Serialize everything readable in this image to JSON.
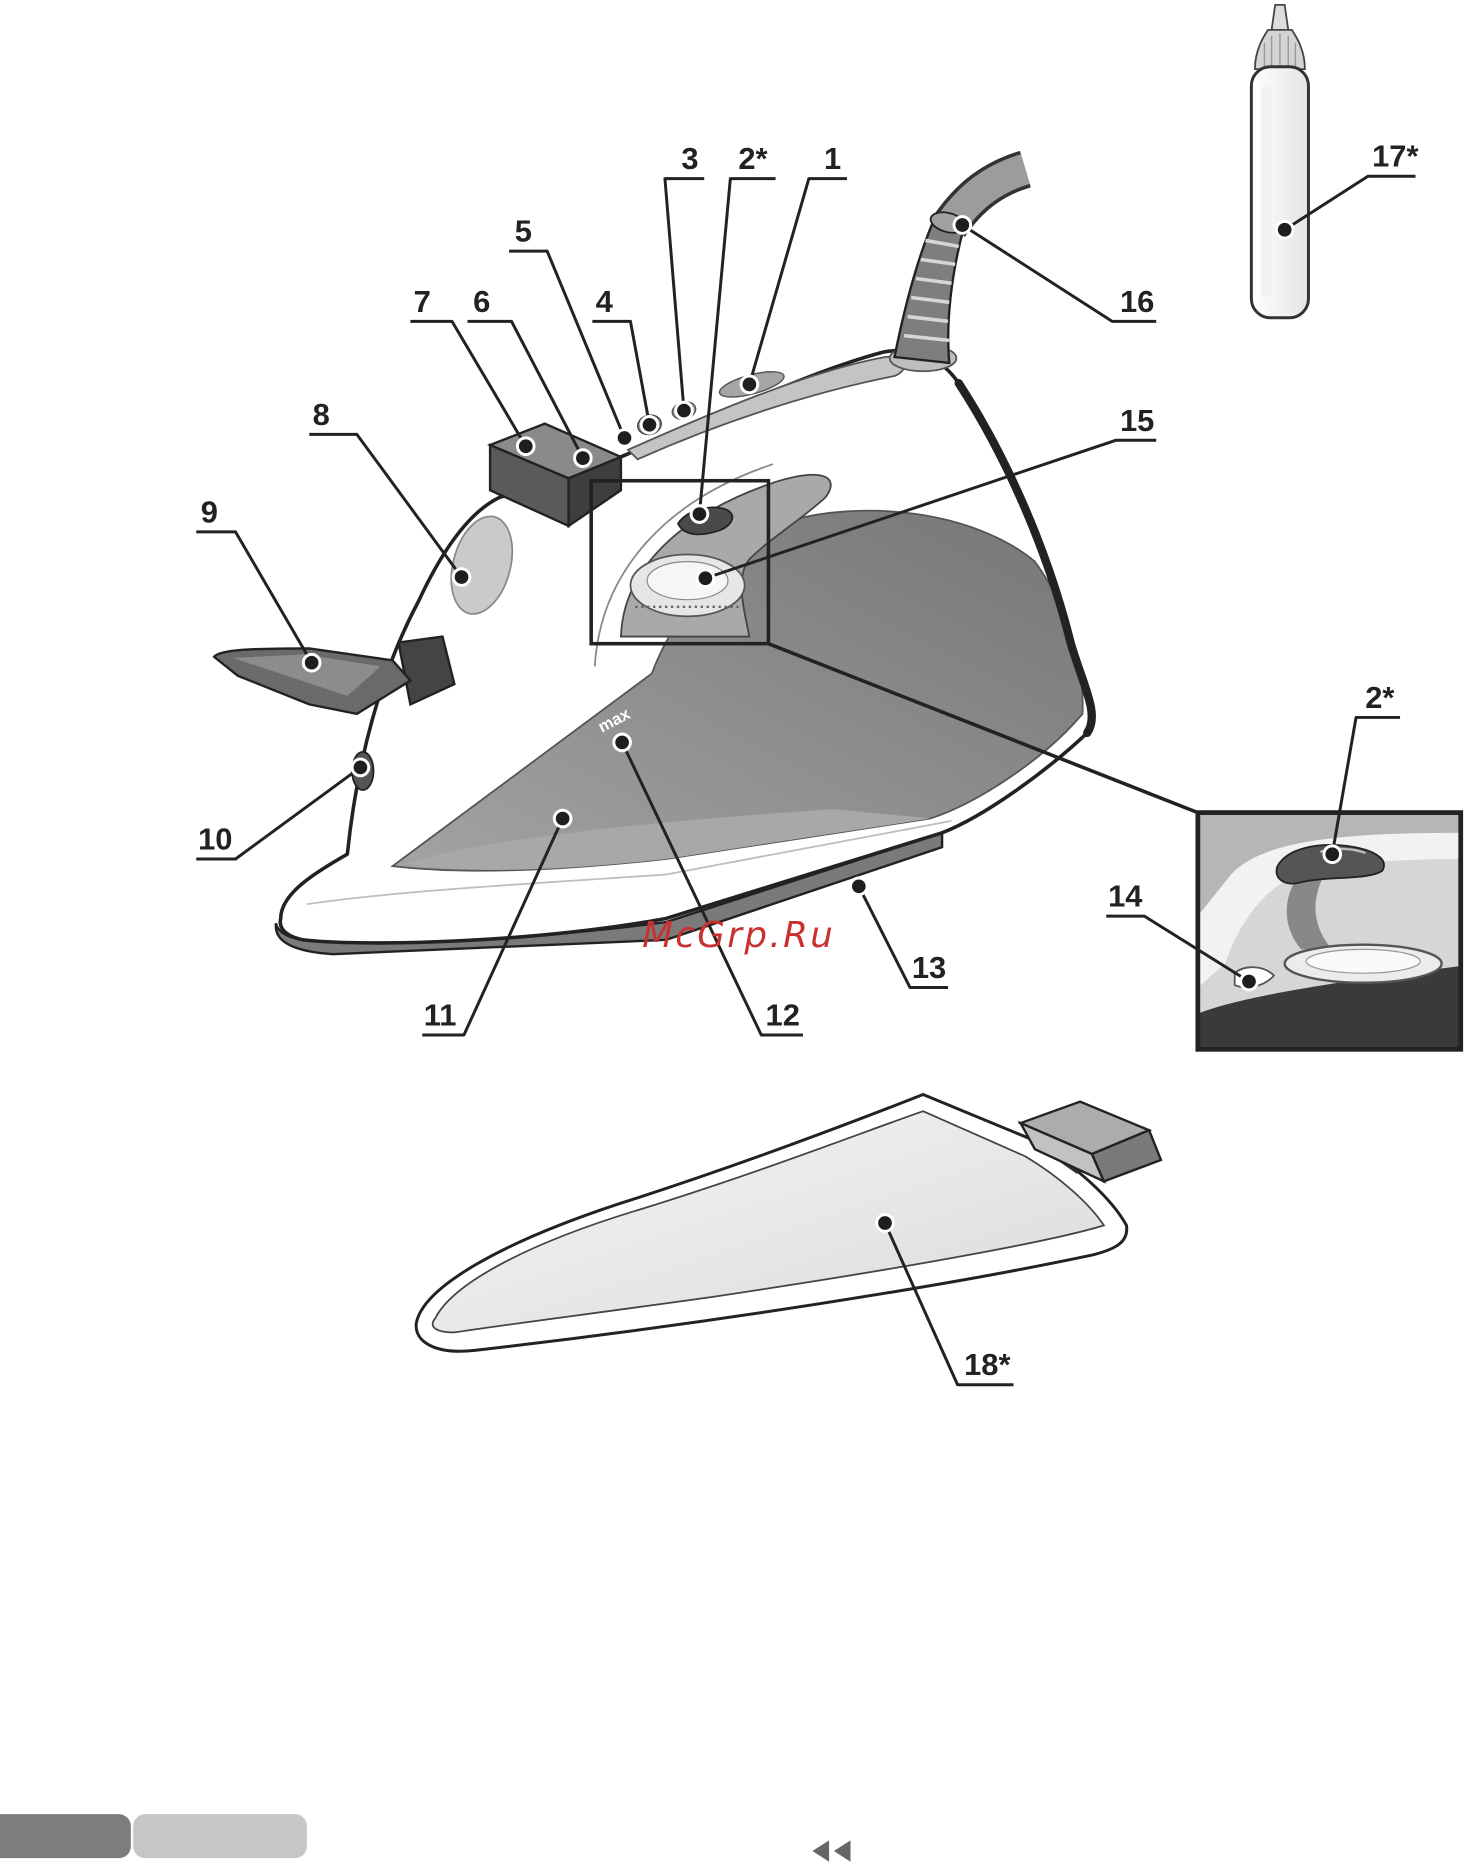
{
  "figure": {
    "callouts": {
      "c1": "1",
      "c2": "2*",
      "c3": "3",
      "c4": "4",
      "c5": "5",
      "c6": "6",
      "c7": "7",
      "c8": "8",
      "c9": "9",
      "c10": "10",
      "c11": "11",
      "c12": "12",
      "c13": "13",
      "c14": "14",
      "c15": "15",
      "c16": "16",
      "c17": "17*",
      "c18": "18*",
      "c2_inset": "2*"
    },
    "max_mark": "max"
  },
  "watermark": "McGrp.Ru",
  "icons": {
    "page_marker": "double-left-triangle-icon"
  },
  "colors": {
    "watermark": "#c8312f",
    "outline": "#222222",
    "footer_tab_active": "#7d7d7d",
    "footer_tab_inactive": "#c6c6c6"
  }
}
